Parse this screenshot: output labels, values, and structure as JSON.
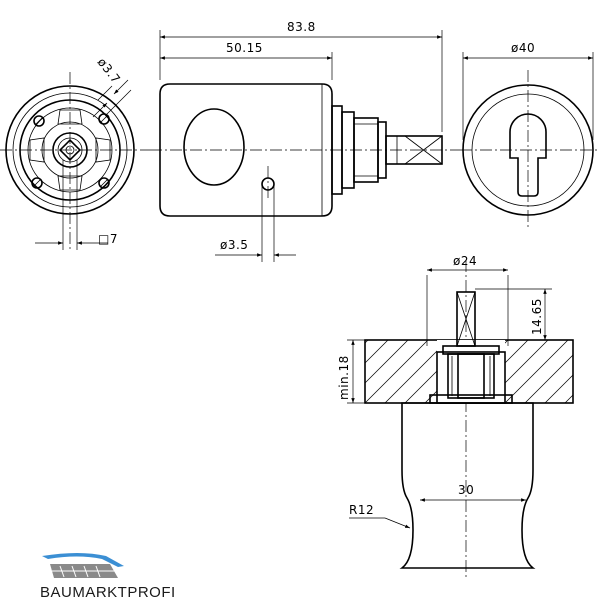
{
  "dimensions": {
    "overall_length": "83.8",
    "body_length": "50.15",
    "pin_diameter": "ø3.7",
    "square_drive": "□7",
    "hole_diameter": "ø3.5",
    "outer_diameter": "ø40",
    "rosette_diameter": "ø24",
    "drive_projection": "14.65",
    "min_thickness": "min.18",
    "neck_width": "30",
    "neck_radius": "R12"
  },
  "logo": {
    "text": "BAUMARKTPROFI",
    "colors": {
      "roof": "#3b8fd4",
      "text": "#1b1b1b"
    }
  }
}
